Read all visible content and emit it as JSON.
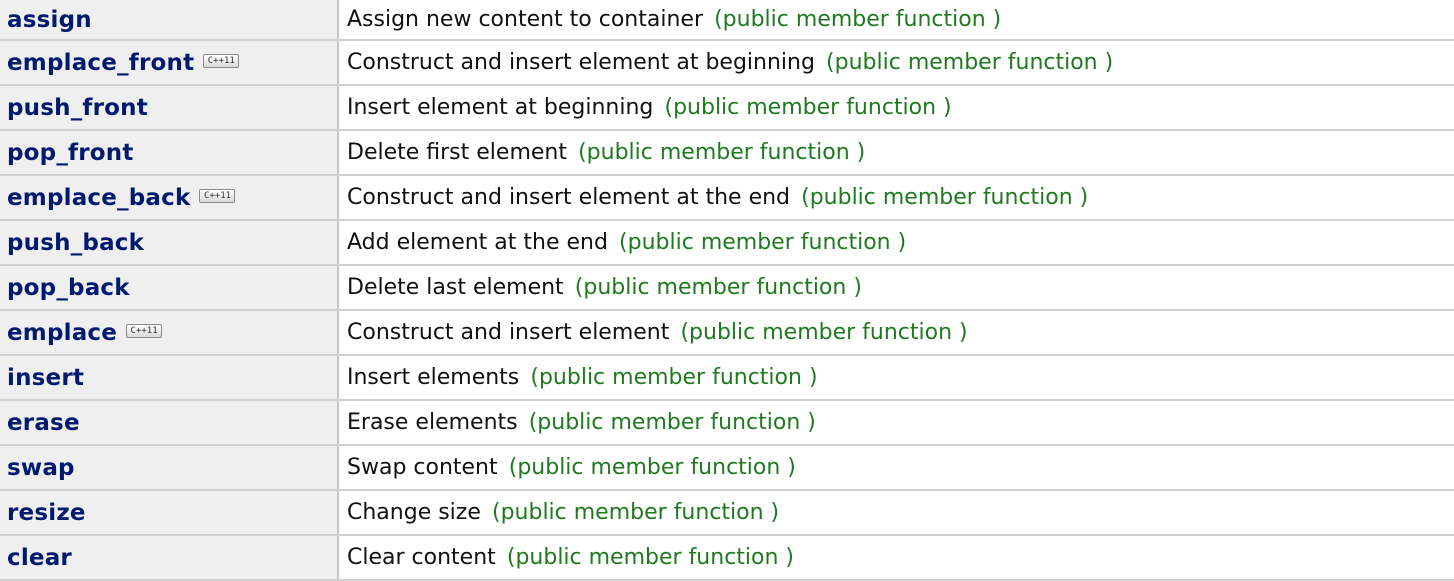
{
  "kind_label": "(public member function )",
  "badge_label": "C++11",
  "colors": {
    "member_name": "#001a6e",
    "kind_text": "#1f7a1f",
    "name_cell_bg": "#efefef"
  },
  "rows": [
    {
      "name": "assign",
      "c11": false,
      "desc": "Assign new content to container"
    },
    {
      "name": "emplace_front",
      "c11": true,
      "desc": "Construct and insert element at beginning"
    },
    {
      "name": "push_front",
      "c11": false,
      "desc": "Insert element at beginning"
    },
    {
      "name": "pop_front",
      "c11": false,
      "desc": "Delete first element"
    },
    {
      "name": "emplace_back",
      "c11": true,
      "desc": "Construct and insert element at the end"
    },
    {
      "name": "push_back",
      "c11": false,
      "desc": "Add element at the end"
    },
    {
      "name": "pop_back",
      "c11": false,
      "desc": "Delete last element"
    },
    {
      "name": "emplace",
      "c11": true,
      "desc": "Construct and insert element"
    },
    {
      "name": "insert",
      "c11": false,
      "desc": "Insert elements"
    },
    {
      "name": "erase",
      "c11": false,
      "desc": "Erase elements"
    },
    {
      "name": "swap",
      "c11": false,
      "desc": "Swap content"
    },
    {
      "name": "resize",
      "c11": false,
      "desc": "Change size"
    },
    {
      "name": "clear",
      "c11": false,
      "desc": "Clear content"
    }
  ]
}
